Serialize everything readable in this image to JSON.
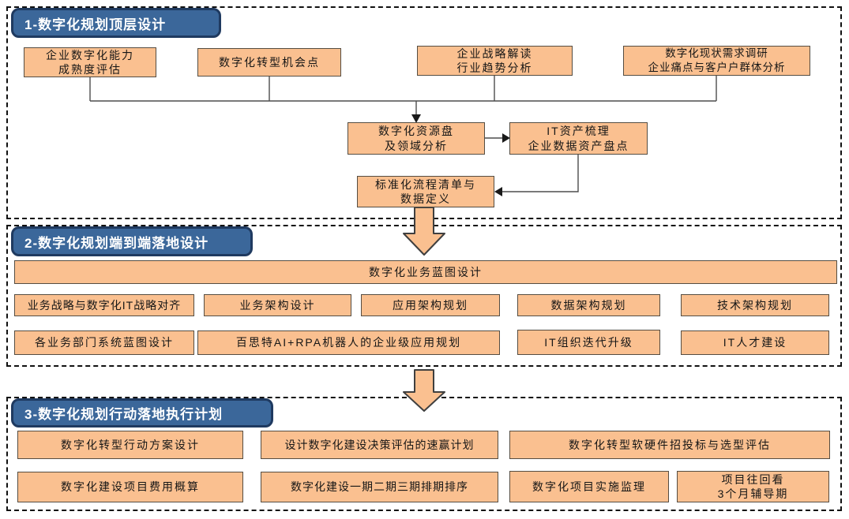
{
  "colors": {
    "box_fill": "#FAC090",
    "box_border": "#554D42",
    "header_fill": "#3B679A",
    "header_border": "#1F3A60",
    "section_border": "#111111",
    "connector": "#4D4D4D"
  },
  "section1": {
    "title": "1-数字化规划顶层设计",
    "box_capability": {
      "line1": "企业数字化能力",
      "line2": "成熟度评估"
    },
    "box_opportunity": {
      "line1": "数字化转型机会点"
    },
    "box_strategy": {
      "line1": "企业战略解读",
      "line2": "行业趋势分析"
    },
    "box_survey": {
      "line1": "数字化现状需求调研",
      "line2": "企业痛点与客户户群体分析"
    },
    "box_resource": {
      "line1": "数字化资源盘",
      "line2": "及领域分析"
    },
    "box_it_asset": {
      "line1": "IT资产梳理",
      "line2": "企业数据资产盘点"
    },
    "box_process": {
      "line1": "标准化流程清单与",
      "line2": "数据定义"
    }
  },
  "section2": {
    "title": "2-数字化规划端到端落地设计",
    "blueprint_bar": "数字化业务蓝图设计",
    "row1": [
      "业务战略与数字化IT战略对齐",
      "业务架构设计",
      "应用架构规划",
      "数据架构规划",
      "技术架构规划"
    ],
    "row2": [
      "各业务部门系统蓝图设计",
      "百思特AI+RPA机器人的企业级应用规划",
      "IT组织迭代升级",
      "IT人才建设"
    ]
  },
  "section3": {
    "title": "3-数字化规划行动落地执行计划",
    "row1": [
      "数字化转型行动方案设计",
      "设计数字化建设决策评估的速赢计划",
      "数字化转型软硬件招投标与选型评估"
    ],
    "row2_cost": "数字化建设项目费用概算",
    "row2_phase": "数字化建设一期二期三期排期排序",
    "row2_supervision": "数字化项目实施监理",
    "row2_review": {
      "line1": "项目往回看",
      "line2": "3个月辅导期"
    }
  }
}
